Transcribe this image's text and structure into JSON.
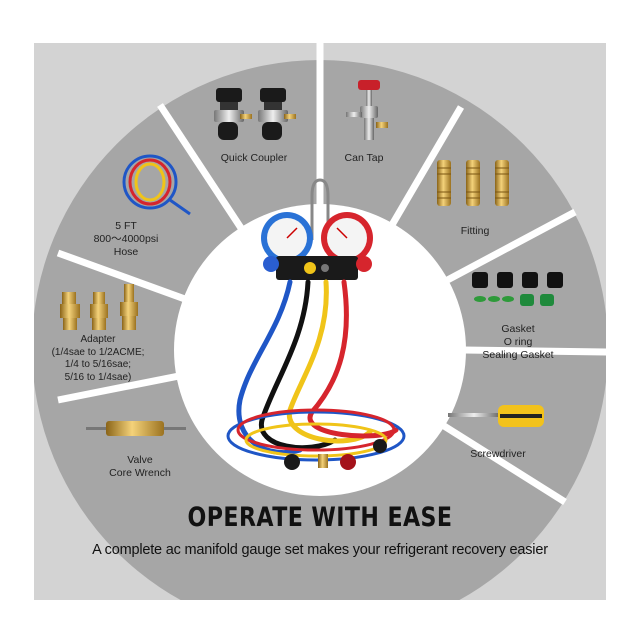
{
  "segments": [
    {
      "id": "quick-coupler",
      "label": "Quick Coupler"
    },
    {
      "id": "can-tap",
      "label": "Can Tap"
    },
    {
      "id": "fitting",
      "label": "Fitting"
    },
    {
      "id": "gasket",
      "label": "Gasket\nO ring\nSealing Gasket"
    },
    {
      "id": "screwdriver",
      "label": "Screwdriver"
    },
    {
      "id": "valve-core-wrench",
      "label": "Valve\nCore Wrench"
    },
    {
      "id": "adapter",
      "label": "Adapter\n(1/4sae to 1/2ACME;\n1/4 to 5/16sae;\n5/16 to 1/4sae)"
    },
    {
      "id": "hose",
      "label": "5 FT\n800～4000psi\nHose"
    }
  ],
  "headline": "OPERATE WITH EASE",
  "tagline": "A complete ac manifold gauge set makes your refrigerant recovery easier",
  "colors": {
    "panel": "#d3d3d3",
    "ring": "#a6a6a6",
    "divider": "#ffffff",
    "center": "#ffffff",
    "hose_red": "#d6252d",
    "hose_blue": "#1f56c6",
    "hose_yellow": "#f0c419",
    "brass": "#d4a23c"
  }
}
